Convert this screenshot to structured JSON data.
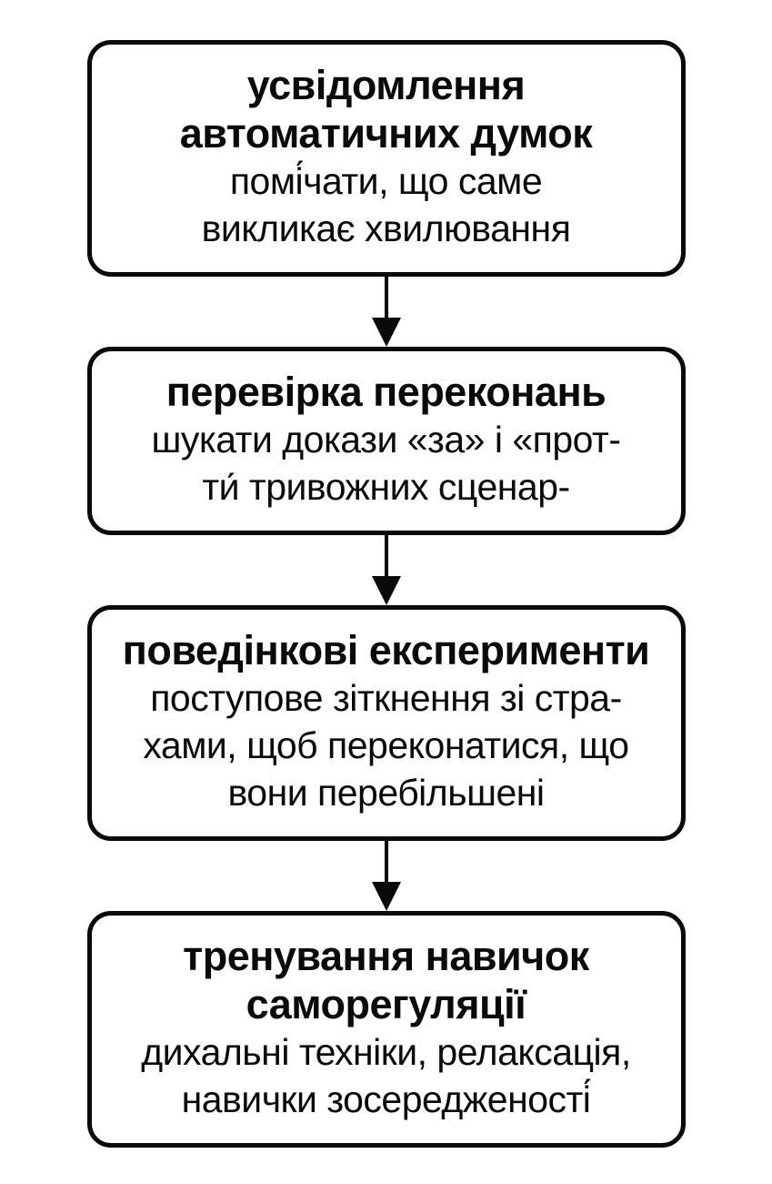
{
  "flowchart": {
    "type": "vertical-flowchart",
    "language": "uk",
    "background_color": "#ffffff",
    "border_color": "#0a0a0a",
    "text_color": "#0a0a0a",
    "connector": "arrow-down",
    "steps": [
      {
        "title": "усвідомлення автоматичних думок",
        "description": "помі́чати, що саме\nвикликає хвилювання"
      },
      {
        "title": "перевірка переконань",
        "description": "шукати докази «за» і «прот-\nти́ тривожних сценар-"
      },
      {
        "title": "поведінкові експерименти",
        "description": "поступове зіткнення зі стра-\nхами, щоб переконатися, що\nвони перебільшені"
      },
      {
        "title": "тренування навичок саморегуляції",
        "description": "дихальні техніки, релаксація,\nнавички зосередженості́"
      }
    ]
  }
}
